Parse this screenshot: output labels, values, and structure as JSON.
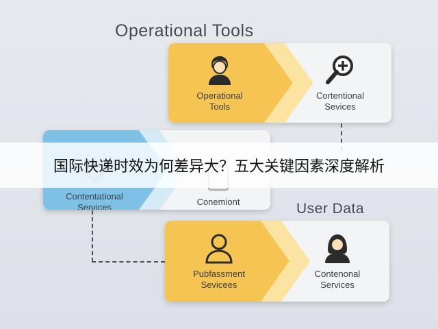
{
  "titles": {
    "operational_tools": "Operational Tools",
    "user_data": "User Data"
  },
  "cards": {
    "top": {
      "left_label": "Operational\nTools",
      "right_label": "Cortentional\nSevices",
      "left_icon": "person-icon",
      "right_icon": "magnifier-plus-icon"
    },
    "mid": {
      "left_label": "Contentational\nServices",
      "right_label": "Conemiont",
      "left_icon": "gear-icon",
      "right_icon": "clipboard-icon"
    },
    "bot": {
      "left_label": "Pubfassment\nSevicees",
      "right_label": "Contenonal\nServices",
      "left_icon": "person-outline-icon",
      "right_icon": "woman-icon"
    }
  },
  "banner": {
    "text": "国际快递时效为何差异大？五大关键因素深度解析"
  },
  "colors": {
    "yellow": "#f6c452",
    "yellow_light": "#fbe3a1",
    "blue": "#7fc0e6",
    "blue_light": "#d4ebf7",
    "card_bg": "#f3f4f6"
  }
}
